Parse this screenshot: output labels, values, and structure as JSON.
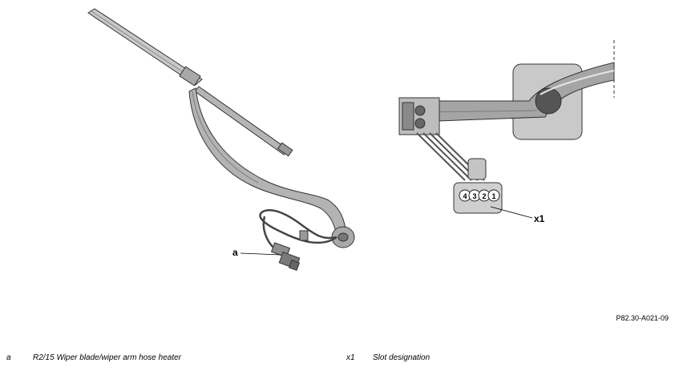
{
  "callouts": {
    "a": "a",
    "x1": "x1"
  },
  "figure_id": "P82.30-A021-09",
  "connector_pins": [
    "4",
    "3",
    "2",
    "1"
  ],
  "legend": [
    {
      "key": "a",
      "description": "R2/15 Wiper blade/wiper arm hose heater"
    },
    {
      "key": "x1",
      "description": "Slot designation"
    }
  ],
  "colors": {
    "part_fill": "#b9b9b9",
    "part_dark": "#6e6e6e",
    "outline": "#333333"
  }
}
